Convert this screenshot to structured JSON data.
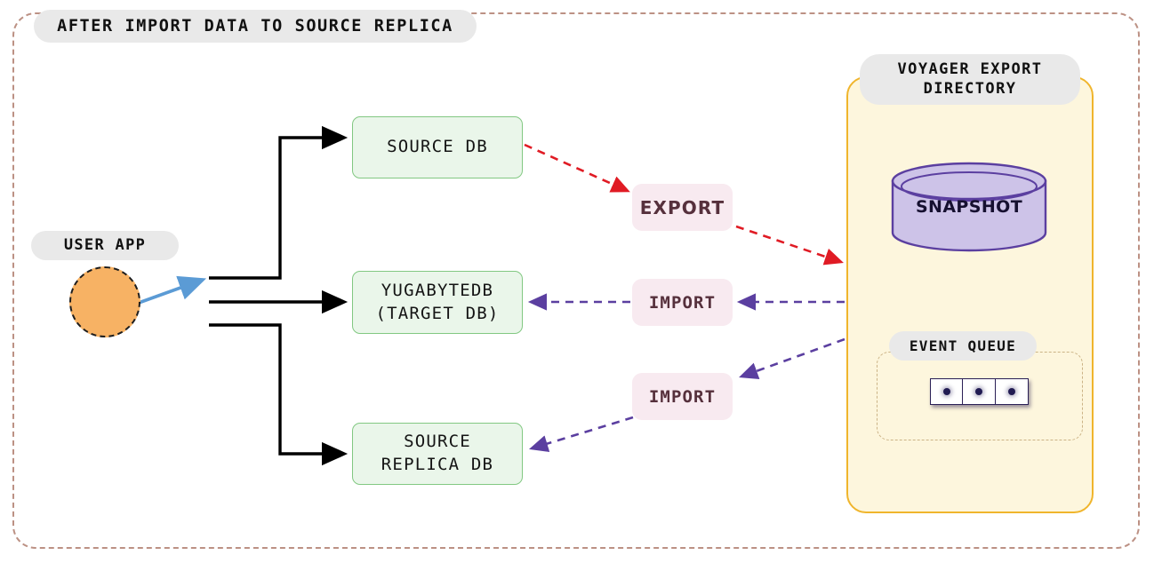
{
  "diagram": {
    "title": "AFTER IMPORT DATA TO SOURCE REPLICA",
    "frame_color": "#bc9184"
  },
  "user_app": {
    "title": "USER APP",
    "shape": "circle",
    "fill": "#f7b264",
    "arrow_color": "#5b9bd5"
  },
  "databases": [
    {
      "name": "source-db",
      "label": "SOURCE DB",
      "fill": "#eaf6ea",
      "border": "#82c882"
    },
    {
      "name": "target-db",
      "label": "YUGABYTEDB\n(TARGET DB)",
      "fill": "#eaf6ea",
      "border": "#82c882"
    },
    {
      "name": "source-replica",
      "label": "SOURCE\nREPLICA DB",
      "fill": "#eaf6ea",
      "border": "#82c882"
    }
  ],
  "operations": [
    {
      "name": "export",
      "label": "EXPORT",
      "color": "#e01b24",
      "chip_bg": "#f8eaf0",
      "text": "#56303c"
    },
    {
      "name": "import-target",
      "label": "IMPORT",
      "color": "#5b3fa0",
      "chip_bg": "#f8eaf0",
      "text": "#56303c"
    },
    {
      "name": "import-replica",
      "label": "IMPORT",
      "color": "#5b3fa0",
      "chip_bg": "#f8eaf0",
      "text": "#56303c"
    }
  ],
  "voyager": {
    "title": "VOYAGER EXPORT\nDIRECTORY",
    "fill": "#fdf6dd",
    "border": "#f0b52c",
    "snapshot": {
      "label": "SNAPSHOT",
      "fill": "#cdc3e8",
      "border": "#5b3fa0"
    },
    "event_queue": {
      "title": "EVENT QUEUE",
      "cells": [
        {
          "label": ""
        },
        {
          "label": ""
        },
        {
          "label": ""
        }
      ],
      "cell_count": 3,
      "border": "#cbb386"
    }
  }
}
